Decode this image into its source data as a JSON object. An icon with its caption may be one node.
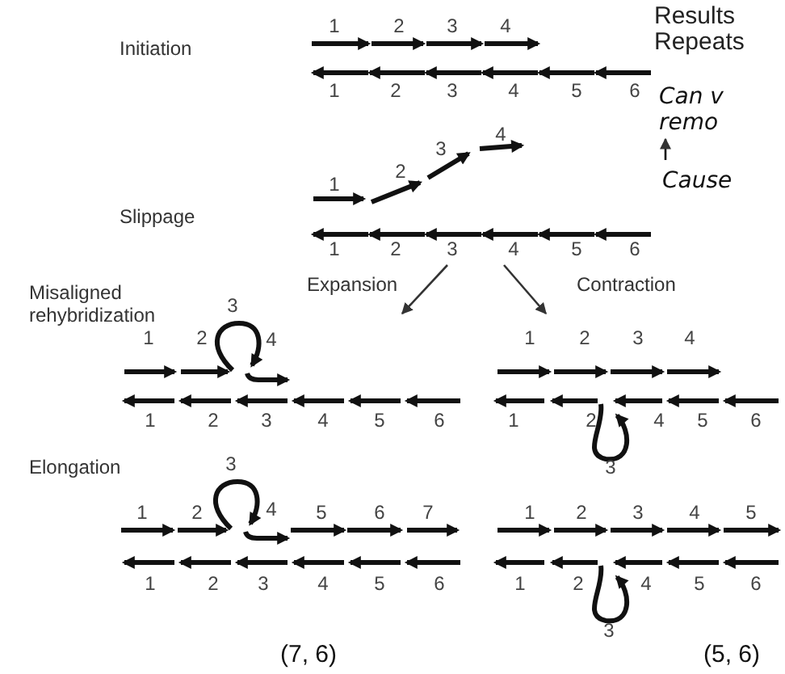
{
  "diagram": {
    "labels": [
      "Results",
      "Initiation",
      "1",
      "2",
      "3",
      "4",
      "Repeats",
      "1",
      "2",
      "3",
      "4",
      "5",
      "6",
      "Can v",
      "remo",
      "4",
      "3",
      "2",
      "1",
      "Cause",
      "Slippage",
      "1",
      "2",
      "3",
      "4",
      "5",
      "6",
      "Expansion",
      "Contraction",
      "Misaligned rehybridization",
      "3",
      "1",
      "2",
      "4",
      "1",
      "2",
      "3",
      "4",
      "1",
      "2",
      "3",
      "4",
      "5",
      "6",
      "1",
      "2",
      "4",
      "5",
      "6",
      "Elongation",
      "3",
      "3",
      "1",
      "2",
      "4",
      "5",
      "6",
      "7",
      "1",
      "2",
      "3",
      "4",
      "5",
      "1",
      "2",
      "3",
      "4",
      "5",
      "6",
      "1",
      "2",
      "4",
      "5",
      "6",
      "3",
      "(7, 6)",
      "(5, 6)"
    ]
  }
}
